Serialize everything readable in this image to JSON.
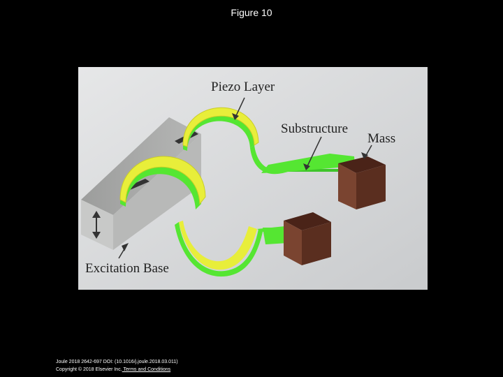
{
  "slide": {
    "title": "Figure 10"
  },
  "figure": {
    "labels": {
      "piezo_layer": "Piezo Layer",
      "substructure": "Substructure",
      "mass": "Mass",
      "excitation_base": "Excitation Base"
    }
  },
  "citation": {
    "line1": "Joule 2018 2642-697 DOI: (10.1016/j.joule.2018.03.011)",
    "line2_prefix": "Copyright © 2018 Elsevier Inc.",
    "line2_link": " Terms and Conditions"
  },
  "colors": {
    "piezo": "#e8ee3a",
    "substructure": "#55e632",
    "mass": "#6b3a2a",
    "base": "#a9aaa9",
    "panel_background": "#d6d8da"
  }
}
